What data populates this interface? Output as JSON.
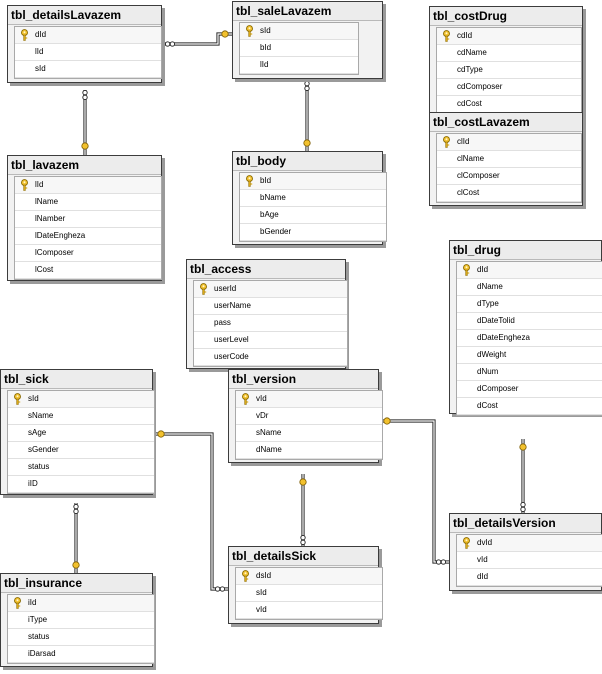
{
  "tables": [
    {
      "id": "t_detailsLavazem",
      "name": "tbl_detailsLavazem",
      "columns": [
        {
          "name": "dId",
          "pk": true
        },
        {
          "name": "lId",
          "pk": false
        },
        {
          "name": "sId",
          "pk": false
        }
      ]
    },
    {
      "id": "t_saleLavazem",
      "name": "tbl_saleLavazem",
      "columns": [
        {
          "name": "sId",
          "pk": true
        },
        {
          "name": "bId",
          "pk": false
        },
        {
          "name": "lId",
          "pk": false
        }
      ]
    },
    {
      "id": "t_costDrug",
      "name": "tbl_costDrug",
      "columns": [
        {
          "name": "cdId",
          "pk": true
        },
        {
          "name": "cdName",
          "pk": false
        },
        {
          "name": "cdType",
          "pk": false
        },
        {
          "name": "cdComposer",
          "pk": false
        },
        {
          "name": "cdCost",
          "pk": false
        }
      ]
    },
    {
      "id": "t_costLavazem",
      "name": "tbl_costLavazem",
      "columns": [
        {
          "name": "clId",
          "pk": true
        },
        {
          "name": "clName",
          "pk": false
        },
        {
          "name": "clComposer",
          "pk": false
        },
        {
          "name": "clCost",
          "pk": false
        }
      ]
    },
    {
      "id": "t_lavazem",
      "name": "tbl_lavazem",
      "columns": [
        {
          "name": "lId",
          "pk": true
        },
        {
          "name": "lName",
          "pk": false
        },
        {
          "name": "lNamber",
          "pk": false
        },
        {
          "name": "lDateEngheza",
          "pk": false
        },
        {
          "name": "lComposer",
          "pk": false
        },
        {
          "name": "lCost",
          "pk": false
        }
      ]
    },
    {
      "id": "t_body",
      "name": "tbl_body",
      "columns": [
        {
          "name": "bId",
          "pk": true
        },
        {
          "name": "bName",
          "pk": false
        },
        {
          "name": "bAge",
          "pk": false
        },
        {
          "name": "bGender",
          "pk": false
        }
      ]
    },
    {
      "id": "t_access",
      "name": "tbl_access",
      "columns": [
        {
          "name": "userId",
          "pk": true
        },
        {
          "name": "userName",
          "pk": false
        },
        {
          "name": "pass",
          "pk": false
        },
        {
          "name": "userLevel",
          "pk": false
        },
        {
          "name": "userCode",
          "pk": false
        }
      ]
    },
    {
      "id": "t_drug",
      "name": "tbl_drug",
      "columns": [
        {
          "name": "dId",
          "pk": true
        },
        {
          "name": "dName",
          "pk": false
        },
        {
          "name": "dType",
          "pk": false
        },
        {
          "name": "dDateTolid",
          "pk": false
        },
        {
          "name": "dDateEngheza",
          "pk": false
        },
        {
          "name": "dWeight",
          "pk": false
        },
        {
          "name": "dNum",
          "pk": false
        },
        {
          "name": "dComposer",
          "pk": false
        },
        {
          "name": "dCost",
          "pk": false
        }
      ]
    },
    {
      "id": "t_sick",
      "name": "tbl_sick",
      "columns": [
        {
          "name": "sId",
          "pk": true
        },
        {
          "name": "sName",
          "pk": false
        },
        {
          "name": "sAge",
          "pk": false
        },
        {
          "name": "sGender",
          "pk": false
        },
        {
          "name": "status",
          "pk": false
        },
        {
          "name": "iID",
          "pk": false
        }
      ]
    },
    {
      "id": "t_version",
      "name": "tbl_version",
      "columns": [
        {
          "name": "vId",
          "pk": true
        },
        {
          "name": "vDr",
          "pk": false
        },
        {
          "name": "sName",
          "pk": false
        },
        {
          "name": "dName",
          "pk": false
        }
      ]
    },
    {
      "id": "t_detailsVersion",
      "name": "tbl_detailsVersion",
      "columns": [
        {
          "name": "dvId",
          "pk": true
        },
        {
          "name": "vId",
          "pk": false
        },
        {
          "name": "dId",
          "pk": false
        }
      ]
    },
    {
      "id": "t_insurance",
      "name": "tbl_insurance",
      "columns": [
        {
          "name": "iId",
          "pk": true
        },
        {
          "name": "iType",
          "pk": false
        },
        {
          "name": "status",
          "pk": false
        },
        {
          "name": "iDarsad",
          "pk": false
        }
      ]
    },
    {
      "id": "t_detailsSick",
      "name": "tbl_detailsSick",
      "columns": [
        {
          "name": "dsId",
          "pk": true
        },
        {
          "name": "sId",
          "pk": false
        },
        {
          "name": "vId",
          "pk": false
        }
      ]
    }
  ],
  "relationships": [
    {
      "from": "t_detailsLavazem",
      "to": "t_saleLavazem"
    },
    {
      "from": "t_detailsLavazem",
      "to": "t_lavazem"
    },
    {
      "from": "t_saleLavazem",
      "to": "t_body"
    },
    {
      "from": "t_sick",
      "to": "t_detailsSick"
    },
    {
      "from": "t_sick",
      "to": "t_insurance"
    },
    {
      "from": "t_version",
      "to": "t_detailsSick"
    },
    {
      "from": "t_version",
      "to": "t_detailsVersion"
    },
    {
      "from": "t_drug",
      "to": "t_detailsVersion"
    }
  ]
}
